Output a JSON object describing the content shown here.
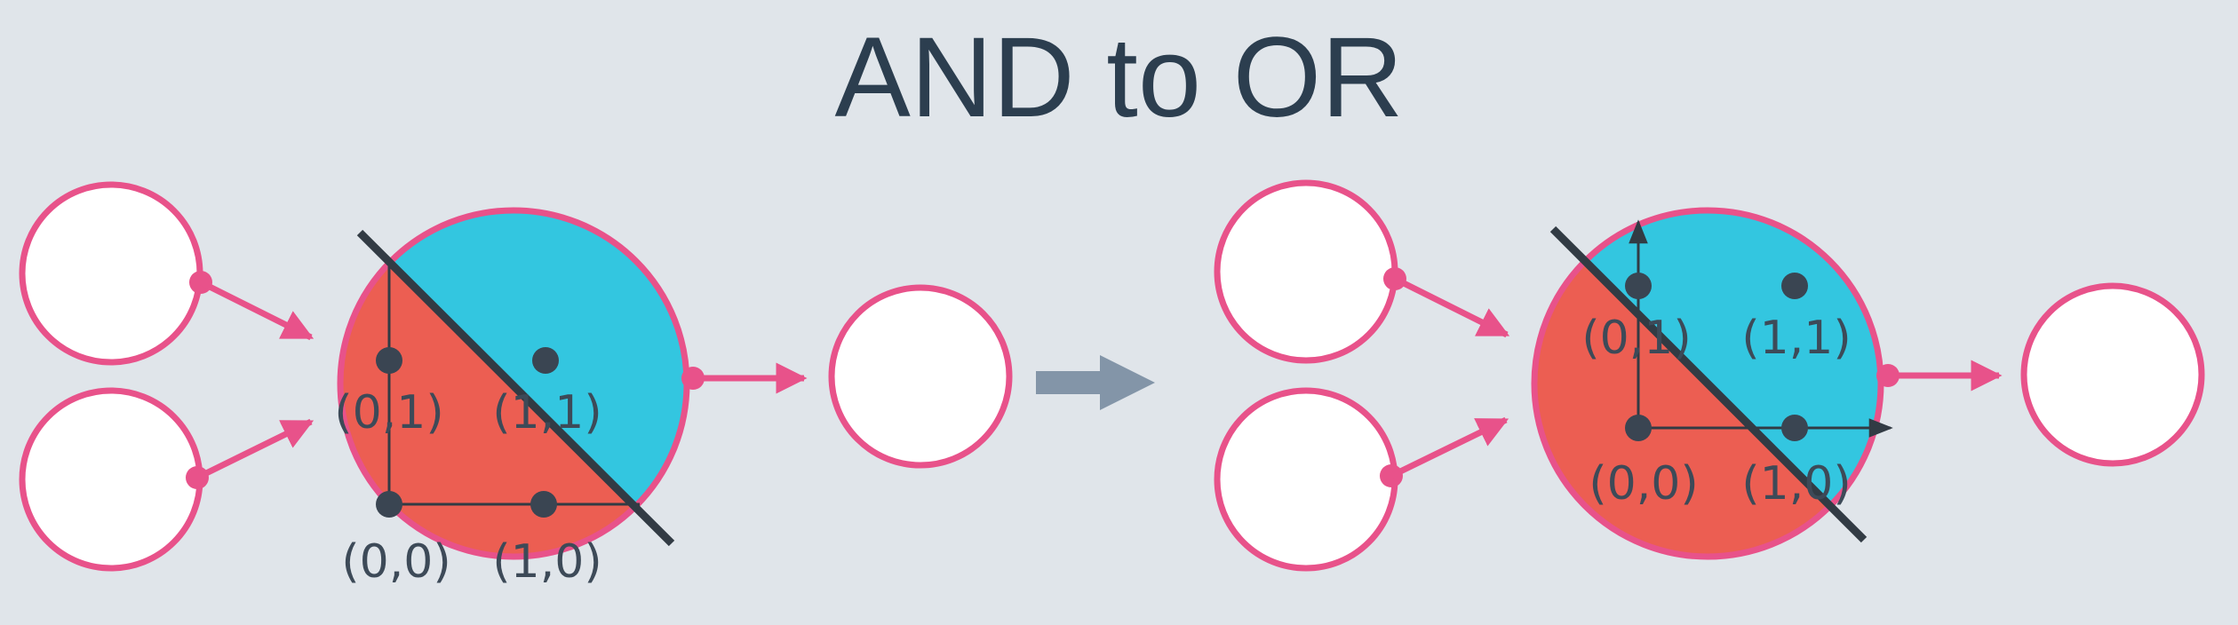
{
  "title": "AND to OR",
  "colors": {
    "background": "#e0e5ea",
    "title": "#2c3e4f",
    "node_border": "#e8528a",
    "node_fill": "#ffffff",
    "region_negative": "#ec5e52",
    "region_positive": "#33c6e0",
    "points": "#3a4552",
    "boundary_line": "#323b44",
    "transition_arrow": "#8395a8"
  },
  "transition_icon": "arrow-right-icon",
  "panels": [
    {
      "id": "and",
      "points": [
        {
          "label": "(0,0)"
        },
        {
          "label": "(1,0)"
        },
        {
          "label": "(0,1)"
        },
        {
          "label": "(1,1)"
        }
      ]
    },
    {
      "id": "or",
      "points": [
        {
          "label": "(0,0)"
        },
        {
          "label": "(1,0)"
        },
        {
          "label": "(0,1)"
        },
        {
          "label": "(1,1)"
        }
      ]
    }
  ]
}
